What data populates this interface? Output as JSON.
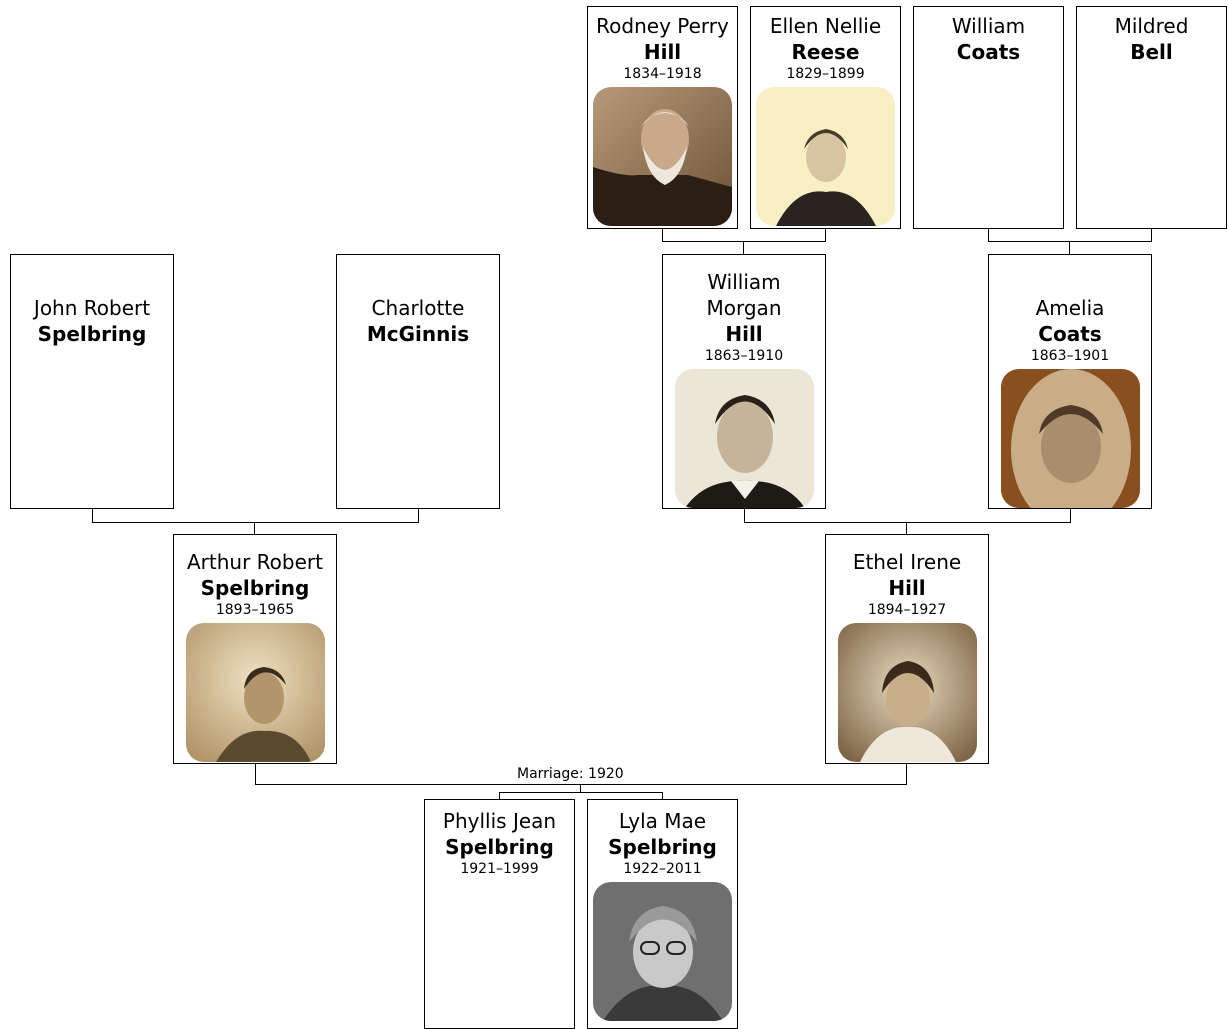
{
  "people": {
    "rodney": {
      "given": "Rodney Perry",
      "surname": "Hill",
      "dates": "1834–1918",
      "photo": "portrait-photo-elderly-man-beard"
    },
    "ellen": {
      "given": "Ellen Nellie",
      "surname": "Reese",
      "dates": "1829–1899",
      "photo": "portrait-photo-woman-faded"
    },
    "william_coats": {
      "given": "William",
      "surname": "Coats"
    },
    "mildred": {
      "given": "Mildred",
      "surname": "Bell"
    },
    "john": {
      "given": "John Robert",
      "surname": "Spelbring"
    },
    "charlotte": {
      "given": "Charlotte",
      "surname": "McGinnis"
    },
    "william_morgan": {
      "given": "William Morgan",
      "surname": "Hill",
      "dates": "1863–1910",
      "photo": "portrait-photo-young-man"
    },
    "amelia": {
      "given": "Amelia",
      "surname": "Coats",
      "dates": "1863–1901",
      "photo": "portrait-photo-woman-oval-frame"
    },
    "arthur": {
      "given": "Arthur Robert",
      "surname": "Spelbring",
      "dates": "1893–1965",
      "photo": "portrait-photo-soldier"
    },
    "ethel": {
      "given": "Ethel Irene",
      "surname": "Hill",
      "dates": "1894–1927",
      "photo": "portrait-photo-young-woman"
    },
    "phyllis": {
      "given": "Phyllis Jean",
      "surname": "Spelbring",
      "dates": "1921–1999"
    },
    "lyla": {
      "given": "Lyla Mae",
      "surname": "Spelbring",
      "dates": "1922–2011",
      "photo": "portrait-photo-elderly-woman-glasses"
    }
  },
  "marriage_label": "Marriage: 1920",
  "colors": {
    "border": "#000000",
    "sepia_dark": "#5a4028",
    "sepia_light": "#e9d8b4",
    "cream": "#f7ecc2",
    "gray": "#6b6b6b"
  }
}
